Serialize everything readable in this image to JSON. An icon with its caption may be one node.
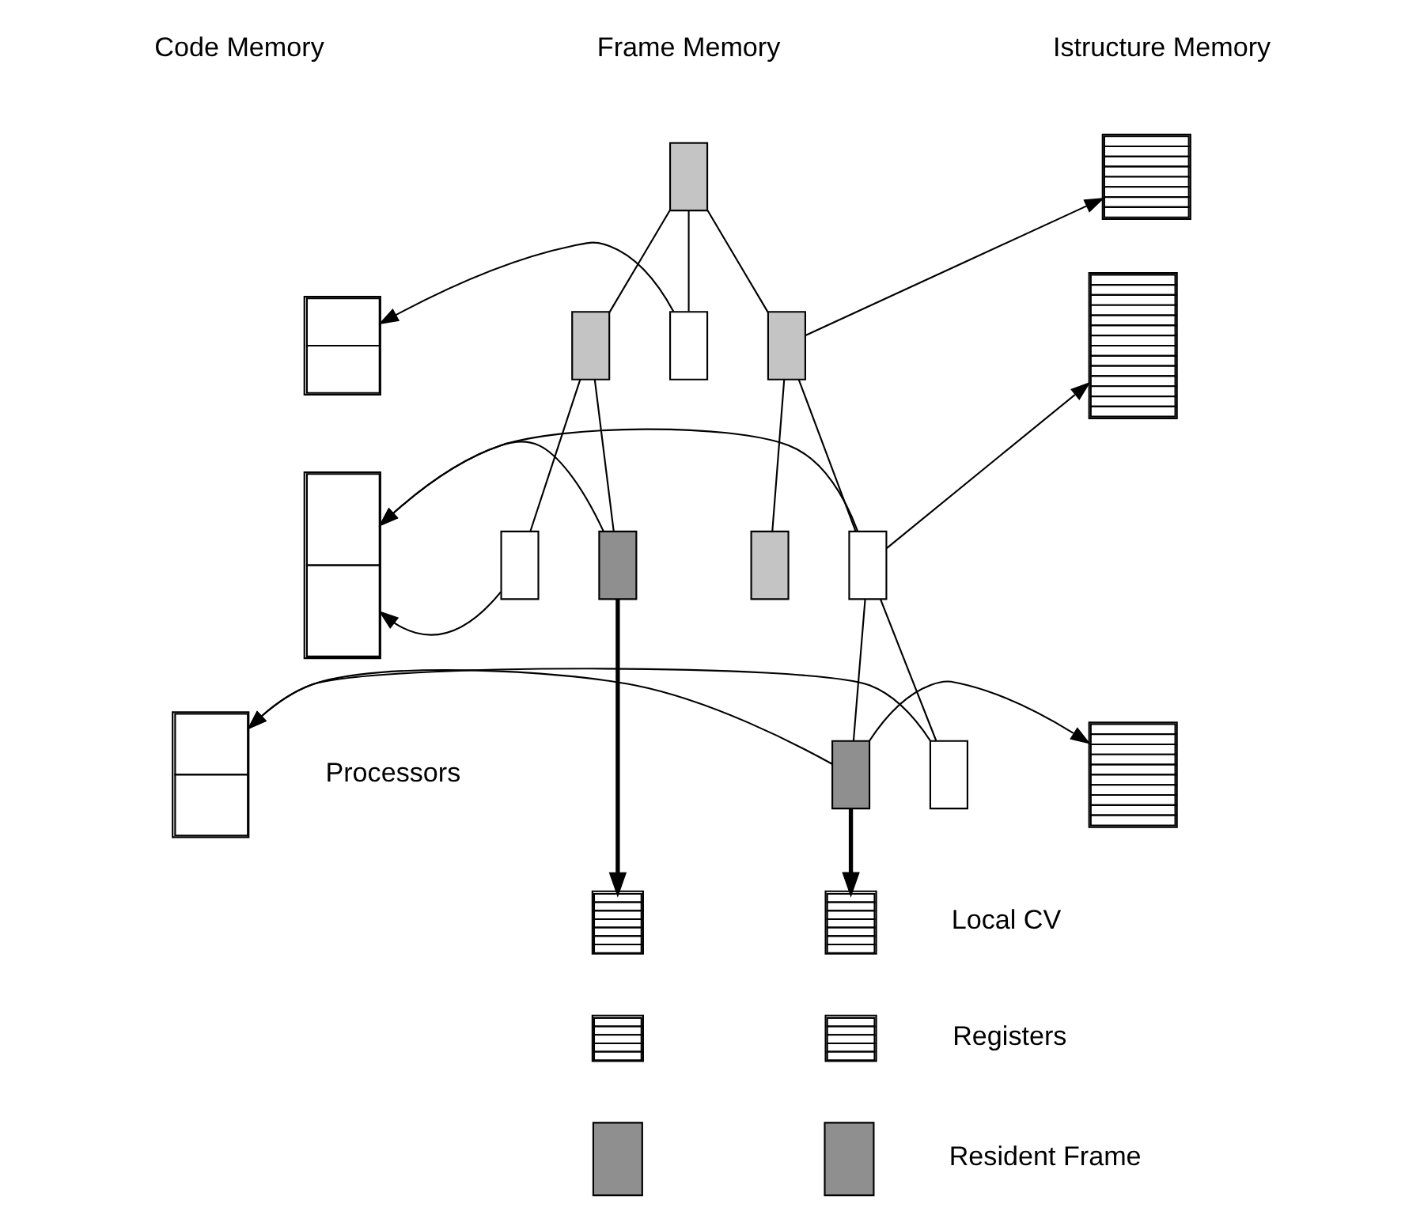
{
  "diagram": {
    "nodes": [
      {
        "text": [],
        "shape": "box"
      },
      {
        "text": [],
        "shape": "box"
      },
      {
        "text": [],
        "shape": "box"
      },
      {
        "text": [],
        "shape": "box"
      },
      {
        "text": [],
        "shape": "box"
      },
      {
        "text": [],
        "shape": "box"
      },
      {
        "text": [],
        "shape": "box"
      },
      {
        "text": [],
        "shape": "box"
      },
      {
        "text": [],
        "shape": "box"
      },
      {
        "text": [],
        "shape": "box"
      },
      {
        "text": [],
        "shape": "box"
      },
      {
        "text": [],
        "shape": "box"
      },
      {
        "text": [],
        "shape": "box"
      },
      {
        "text": [],
        "shape": "box"
      },
      {
        "text": [],
        "shape": "box"
      },
      {
        "text": [],
        "shape": "box"
      },
      {
        "text": [],
        "shape": "box"
      },
      {
        "text": [],
        "shape": "box"
      },
      {
        "text": [],
        "shape": "box"
      },
      {
        "text": [],
        "shape": "box"
      },
      {
        "text": [],
        "shape": "box"
      },
      {
        "text": [],
        "shape": "box"
      }
    ],
    "edges": [
      {
        "from": 3,
        "to": 4,
        "arrow": "none"
      },
      {
        "from": 3,
        "to": 5,
        "arrow": "none"
      },
      {
        "from": 3,
        "to": 6,
        "arrow": "none"
      },
      {
        "from": 4,
        "to": 7,
        "arrow": "none"
      },
      {
        "from": 4,
        "to": 8,
        "arrow": "none"
      },
      {
        "from": 6,
        "to": 9,
        "arrow": "none"
      },
      {
        "from": 6,
        "to": 10,
        "arrow": "none"
      },
      {
        "from": 10,
        "to": 11,
        "arrow": "none"
      },
      {
        "from": 10,
        "to": 12,
        "arrow": "none"
      },
      {
        "from": 5,
        "to": 0,
        "arrow": "to"
      },
      {
        "from": 7,
        "to": 1,
        "arrow": "to"
      },
      {
        "from": 8,
        "to": 1,
        "arrow": "to"
      },
      {
        "from": 10,
        "to": 1,
        "arrow": "to"
      },
      {
        "from": 11,
        "to": 2,
        "arrow": "to"
      },
      {
        "from": 12,
        "to": 2,
        "arrow": "to"
      },
      {
        "from": 6,
        "to": 13,
        "arrow": "to"
      },
      {
        "from": 10,
        "to": 14,
        "arrow": "to"
      },
      {
        "from": 11,
        "to": 15,
        "arrow": "to"
      },
      {
        "from": 8,
        "to": 16,
        "arrow": "to",
        "style": "thick"
      },
      {
        "from": 11,
        "to": 17,
        "arrow": "to",
        "style": "thick"
      }
    ],
    "labels": [
      "Code Memory",
      "Frame Memory",
      "Istructure Memory",
      "Processors",
      "Local CV",
      "Registers",
      "Resident Frame"
    ]
  }
}
